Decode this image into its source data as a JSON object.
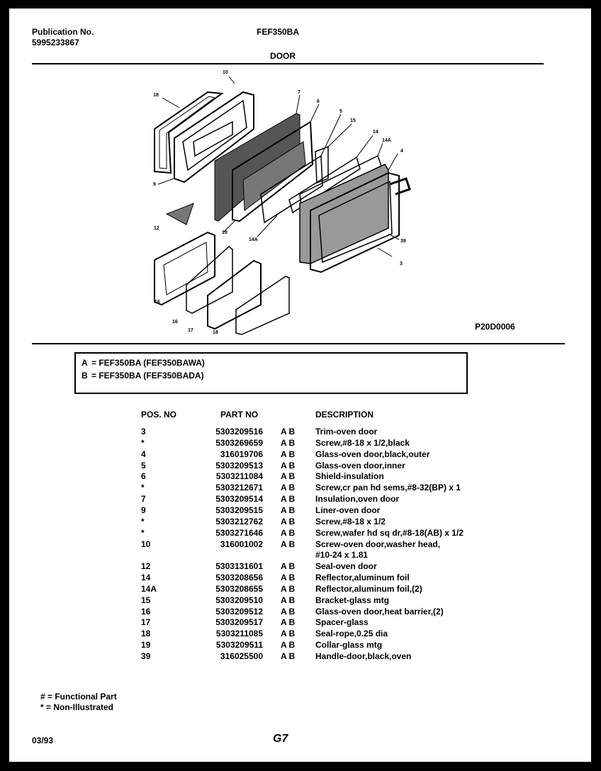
{
  "header": {
    "publication_label": "Publication No.",
    "publication_no": "5995233867",
    "model": "FEF350BA",
    "section": "DOOR"
  },
  "diagram": {
    "code": "P20D0006",
    "callouts": [
      "10",
      "18",
      "7",
      "9",
      "6",
      "5",
      "15",
      "14",
      "14A",
      "4",
      "19",
      "12",
      "14A",
      "39",
      "3",
      "16",
      "16",
      "17",
      "18"
    ]
  },
  "legend": [
    {
      "letter": "A",
      "text": "= FEF350BA (FEF350BAWA)"
    },
    {
      "letter": "B",
      "text": "= FEF350BA (FEF350BADA)"
    }
  ],
  "columns": {
    "pos": "POS. NO",
    "part": "PART NO",
    "desc": "DESCRIPTION"
  },
  "parts": [
    {
      "pos": "3",
      "part": "5303209516",
      "models": "A B",
      "desc": "Trim-oven door"
    },
    {
      "pos": "*",
      "part": "5303269659",
      "models": "A B",
      "desc": "Screw,#8-18 x 1/2,black"
    },
    {
      "pos": "4",
      "part": "316019706",
      "models": "A B",
      "desc": "Glass-oven door,black,outer"
    },
    {
      "pos": "5",
      "part": "5303209513",
      "models": "A B",
      "desc": "Glass-oven door,inner"
    },
    {
      "pos": "6",
      "part": "5303211084",
      "models": "A B",
      "desc": "Shield-insulation"
    },
    {
      "pos": "*",
      "part": "5303212671",
      "models": "A B",
      "desc": "Screw,cr pan hd sems,#8-32(BP) x 1"
    },
    {
      "pos": "7",
      "part": "5303209514",
      "models": "A B",
      "desc": "Insulation,oven door"
    },
    {
      "pos": "9",
      "part": "5303209515",
      "models": "A B",
      "desc": "Liner-oven door"
    },
    {
      "pos": "*",
      "part": "5303212762",
      "models": "A B",
      "desc": "Screw,#8-18 x 1/2"
    },
    {
      "pos": "*",
      "part": "5303271646",
      "models": "A B",
      "desc": "Screw,wafer hd sq dr,#8-18(AB) x 1/2"
    },
    {
      "pos": "10",
      "part": "316001002",
      "models": "A B",
      "desc": "Screw-oven door,washer head,"
    },
    {
      "pos": "",
      "part": "",
      "models": "",
      "desc": "#10-24 x 1.81"
    },
    {
      "pos": "12",
      "part": "5303131601",
      "models": "A B",
      "desc": "Seal-oven door"
    },
    {
      "pos": "14",
      "part": "5303208656",
      "models": "A B",
      "desc": "Reflector,aluminum foil"
    },
    {
      "pos": "14A",
      "part": "5303208655",
      "models": "A B",
      "desc": "Reflector,aluminum foil,(2)"
    },
    {
      "pos": "15",
      "part": "5303209510",
      "models": "A B",
      "desc": "Bracket-glass mtg"
    },
    {
      "pos": "16",
      "part": "5303209512",
      "models": "A B",
      "desc": "Glass-oven door,heat barrier,(2)"
    },
    {
      "pos": "17",
      "part": "5303209517",
      "models": "A B",
      "desc": "Spacer-glass"
    },
    {
      "pos": "18",
      "part": "5303211085",
      "models": "A B",
      "desc": "Seal-rope,0.25 dia"
    },
    {
      "pos": "19",
      "part": "5303209511",
      "models": "A B",
      "desc": "Collar-glass mtg"
    },
    {
      "pos": "39",
      "part": "316025500",
      "models": "A B",
      "desc": "Handle-door,black,oven"
    }
  ],
  "footer": {
    "note1": "# = Functional Part",
    "note2": "* = Non-Illustrated",
    "date": "03/93",
    "page": "G7"
  }
}
